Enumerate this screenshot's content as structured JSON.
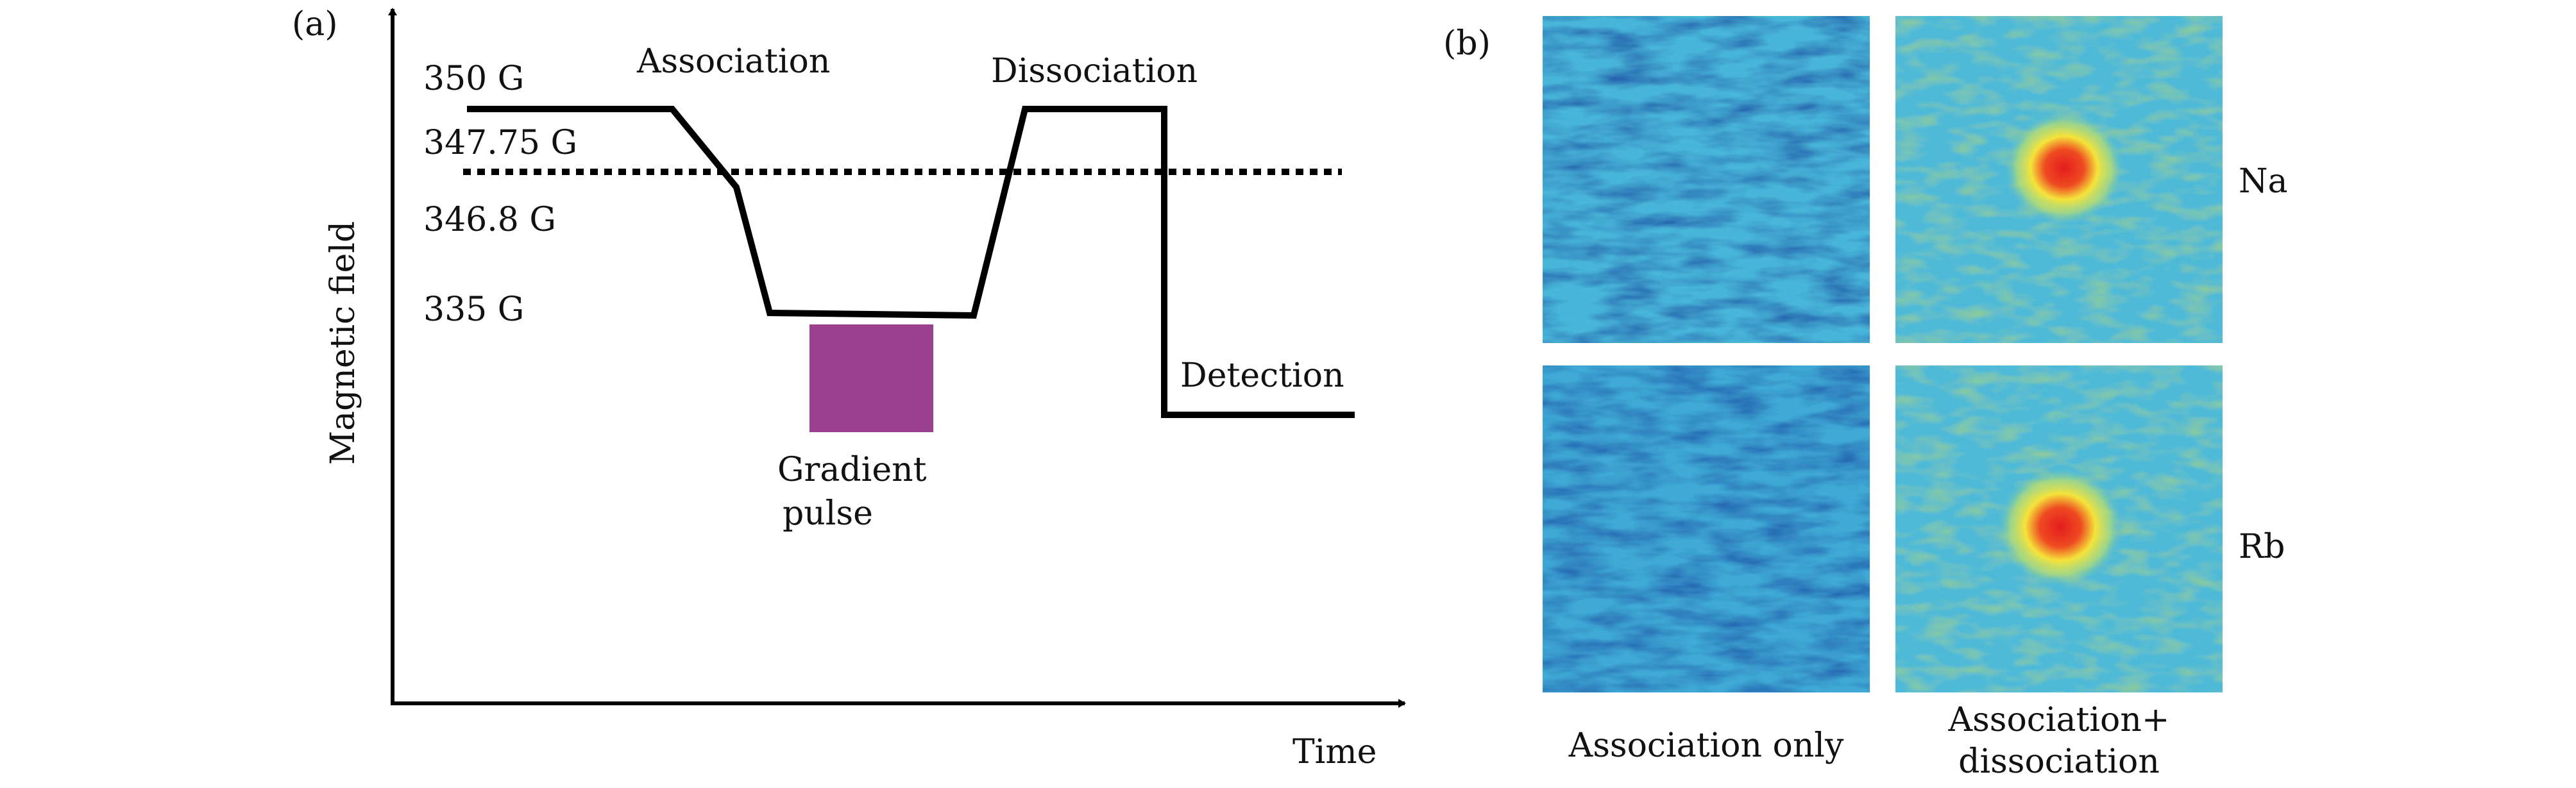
{
  "panel_a": {
    "tag": "(a)",
    "y_axis_label": "Magnetic field",
    "x_axis_label": "Time",
    "field_levels": [
      "350 G",
      "347.75 G",
      "346.8 G",
      "335 G"
    ],
    "step_labels": {
      "association": "Association",
      "dissociation": "Dissociation",
      "detection": "Detection",
      "gradient_line1": "Gradient",
      "gradient_line2": "pulse"
    },
    "colors": {
      "gradient_pulse": "#9b3f8f",
      "line": "#000000"
    }
  },
  "panel_b": {
    "tag": "(b)",
    "row_labels": [
      "Na",
      "Rb"
    ],
    "column_labels": {
      "col1": "Association only",
      "col2_line1": "Association+",
      "col2_line2": "dissociation"
    },
    "colors": {
      "background_field": "#49b6d9",
      "peak_core": "#e41d1d",
      "peak_halo": "#f5e33a"
    }
  }
}
